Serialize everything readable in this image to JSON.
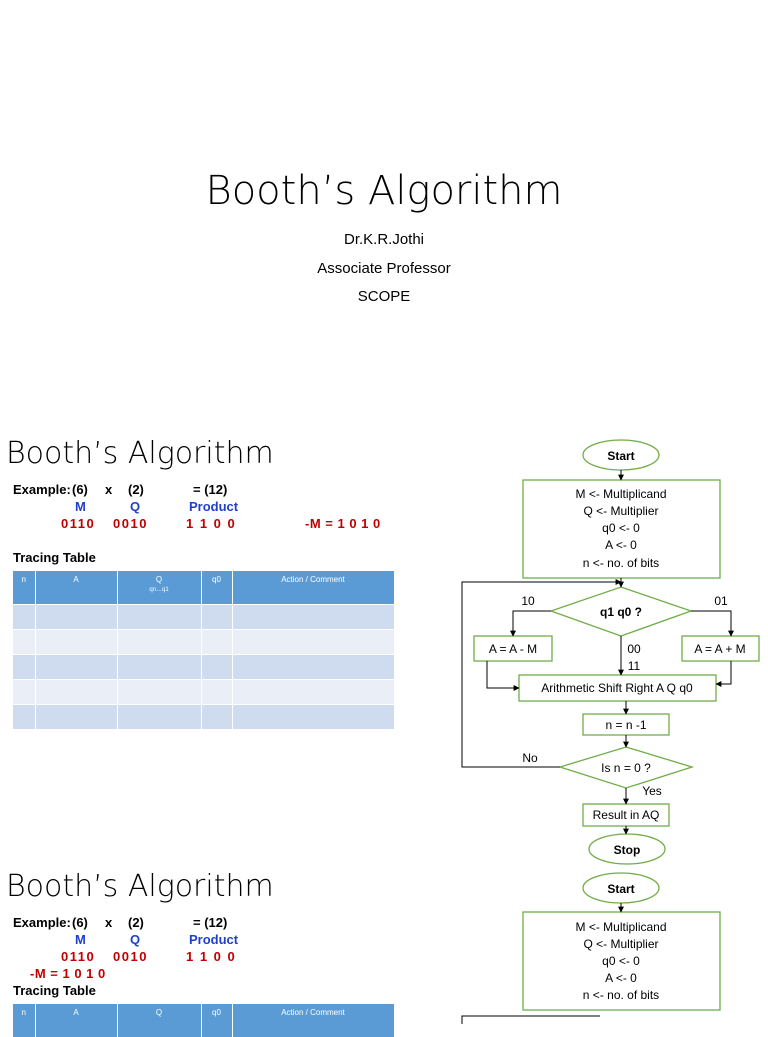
{
  "slide1": {
    "title": "Booth’s Algorithm",
    "author": "Dr.K.R.Jothi",
    "role": "Associate Professor",
    "dept": "SCOPE"
  },
  "slide2": {
    "title": "Booth’s Algorithm",
    "example_label": "Example:",
    "m_val": "(6)",
    "times": "x",
    "q_val": "(2)",
    "eq": "= (12)",
    "m_label": "M",
    "q_label": "Q",
    "product_label": "Product",
    "m_bits": "0110",
    "q_bits": "0010",
    "product_bits": "1 1 0 0",
    "neg_m": "-M = 1 0 1 0",
    "tracing_title": "Tracing Table",
    "table_headers": [
      "n",
      "A",
      "Q",
      "q0",
      "Action / Comment"
    ],
    "q_sub": "qn…q1"
  },
  "flowchart": {
    "start": "Start",
    "init": [
      "M <- Multiplicand",
      "Q <- Multiplier",
      "q0 <- 0",
      "A <- 0",
      "n <- no. of bits"
    ],
    "decision1": "q1 q0  ?",
    "branch_10": "10",
    "branch_01": "01",
    "branch_00": "00",
    "branch_11": "11",
    "sub_box": "A = A - M",
    "add_box": "A = A + M",
    "shift_box": "Arithmetic Shift Right  A Q q0",
    "dec_box": "n = n -1",
    "decision2": "Is n = 0  ?",
    "no": "No",
    "yes": "Yes",
    "result": "Result in AQ",
    "stop": "Stop"
  },
  "slide3": {
    "title": "Booth’s Algorithm",
    "example_label": "Example:",
    "m_val": "(6)",
    "times": "x",
    "q_val": "(2)",
    "eq": "= (12)",
    "m_label": "M",
    "q_label": "Q",
    "product_label": "Product",
    "m_bits": "0110",
    "q_bits": "0010",
    "product_bits": "1 1 0 0",
    "neg_m": "-M = 1 0 1 0",
    "tracing_title": "Tracing Table",
    "table_headers": [
      "n",
      "A",
      "Q",
      "q0",
      "Action / Comment"
    ],
    "start": "Start",
    "init": [
      "M <- Multiplicand",
      "Q <- Multiplier",
      "q0 <- 0",
      "A <- 0",
      "n <- no. of bits"
    ]
  }
}
